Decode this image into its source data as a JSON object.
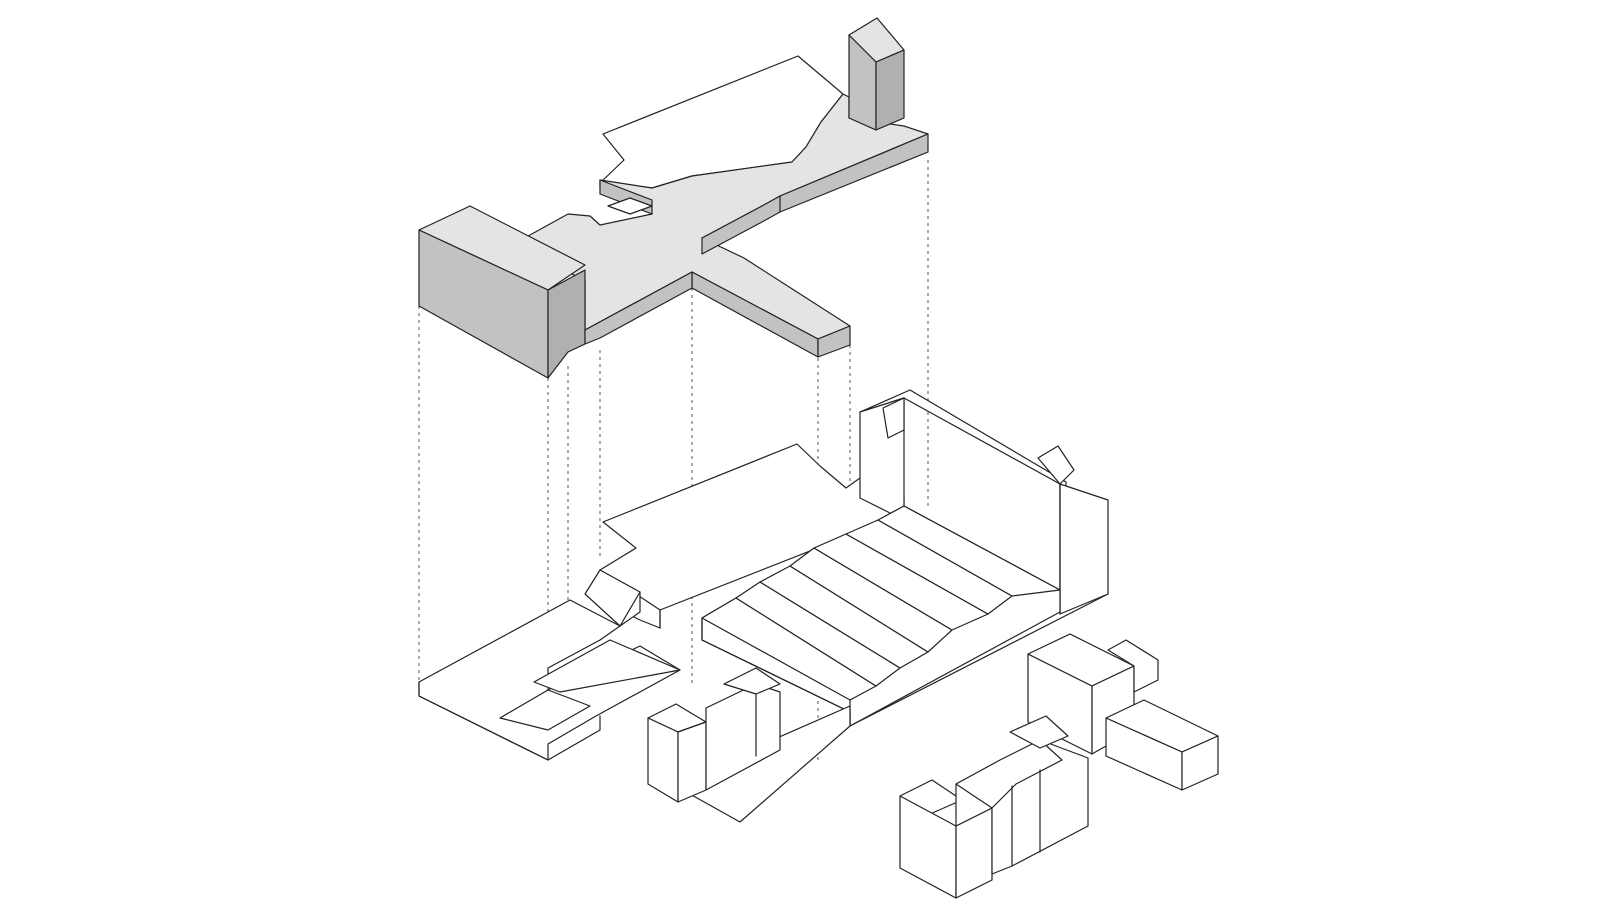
{
  "diagram": {
    "colors": {
      "background": "#ffffff",
      "line": "#222222",
      "top_face": "#e4e4e4",
      "side_face": "#c2c2c2",
      "dark_face": "#b0b0b0",
      "projection_line": "#555555"
    },
    "components": [
      "proposed-volume",
      "projection-lines",
      "existing-site",
      "sawtooth-roof-building",
      "tall-block",
      "neighbouring-houses"
    ]
  }
}
